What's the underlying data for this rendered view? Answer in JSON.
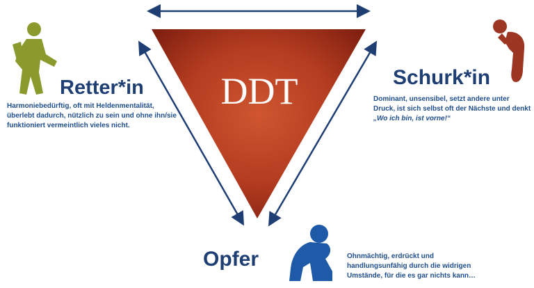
{
  "center_label": "DDT",
  "roles": {
    "rescuer": {
      "title": "Retter*in",
      "description": "Harmoniebedürftig, oft mit Heldenmentalität, überlebt dadurch, nützlich zu sein und ohne ihn/sie funktioniert vermeintlich vieles nicht.",
      "figure_color": "#8b9a2c"
    },
    "villain": {
      "title": "Schurk*in",
      "description_plain": "Dominant, unsensibel, setzt andere unter Druck, ist sich selbst oft der Nächste und denkt",
      "description_quote": "„Wo ich bin, ist vorne!“",
      "figure_color": "#9c3522"
    },
    "victim": {
      "title": "Opfer",
      "description": "Ohnmächtig, erdrückt und handlungsunfähig durch die widrigen Umstände, für die es gar nichts kann…",
      "figure_color": "#1e5aa8"
    }
  },
  "colors": {
    "triangle_center": "#c64a2a",
    "triangle_edge": "#7f1f10",
    "arrow": "#1f3e73",
    "title": "#1f3e73"
  },
  "icons": [
    "double-arrow-top",
    "double-arrow-left",
    "double-arrow-right",
    "standing-person-icon",
    "bowing-person-icon",
    "crouching-person-icon"
  ]
}
